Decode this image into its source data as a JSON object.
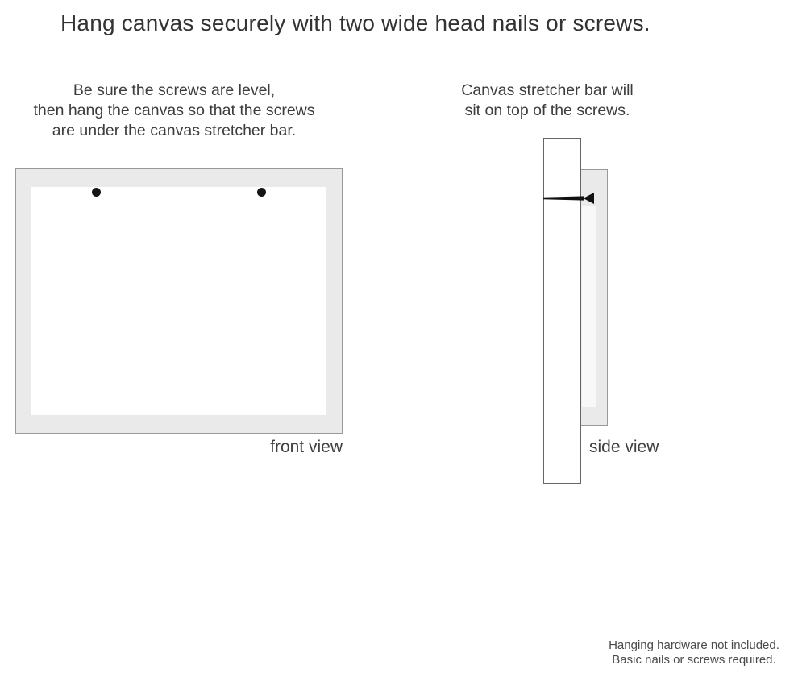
{
  "title": "Hang canvas securely with two wide head nails or screws.",
  "instructions": {
    "front": {
      "lines": [
        "Be sure the screws are level,",
        "then hang the canvas so that the screws",
        "are under the canvas stretcher bar."
      ]
    },
    "side": {
      "lines": [
        "Canvas stretcher bar will",
        "sit on top of the screws."
      ]
    }
  },
  "front_view": {
    "label": "front view",
    "screw_count": 2
  },
  "side_view": {
    "label": "side view"
  },
  "footnote": {
    "lines": [
      "Hanging hardware not included.",
      "Basic nails or screws required."
    ]
  },
  "colors": {
    "background": "#ffffff",
    "canvas_fill": "#eaeaea",
    "canvas_border": "#999999",
    "wall_border": "#666666",
    "title_text": "#333333",
    "body_text": "#3d3d3d",
    "label_text": "#3f3f3f",
    "footnote_text": "#4a4a4a",
    "screw": "#151515",
    "nail": "#111111"
  }
}
